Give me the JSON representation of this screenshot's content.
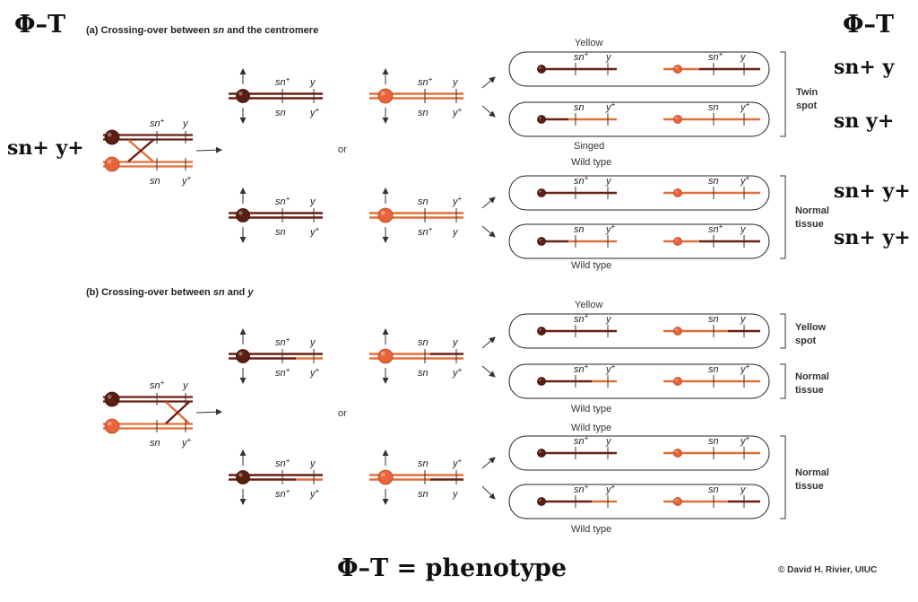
{
  "corner_left": "Φ–T",
  "corner_right": "Φ–T",
  "left_genotype": "sn+ y+",
  "right_genotypes": [
    "sn+ y",
    "sn y+",
    "sn+ y+",
    "sn+ y+"
  ],
  "bottom_title": "Φ–T = phenotype",
  "copyright": "© David H. Rivier, UIUC",
  "sections": {
    "a": {
      "prefix": "(a)  Crossing-over between ",
      "g1": "sn",
      "mid": " and the centromere"
    },
    "b": {
      "prefix": "(b)  Crossing-over between ",
      "g1": "sn",
      "mid": " and ",
      "g2": "y"
    }
  },
  "or_label": "or",
  "phenotypes": {
    "a_top": "Yellow",
    "a_mid1": "Singed",
    "a_mid2": "Wild type",
    "a_bot": "Wild type",
    "b_top": "Yellow",
    "b_mid1": "Wild type",
    "b_mid2": "Wild type",
    "b_bot": "Wild type"
  },
  "brackets": {
    "twin_spot": [
      "Twin",
      "spot"
    ],
    "normal_tissue_a": [
      "Normal",
      "tissue"
    ],
    "yellow_spot": [
      "Yellow",
      "spot"
    ],
    "normal_tissue_b1": [
      "Normal",
      "tissue"
    ],
    "normal_tissue_b2": [
      "Normal",
      "tissue"
    ]
  },
  "alleles": {
    "sn_plus": "sn+",
    "sn": "sn",
    "y": "y",
    "y_plus": "y+"
  },
  "colors": {
    "dark": "#6b1f14",
    "light": "#e0703a",
    "centromere_dark": "#5a1e12",
    "centromere_light": "#e8643a",
    "line": "#333333"
  }
}
